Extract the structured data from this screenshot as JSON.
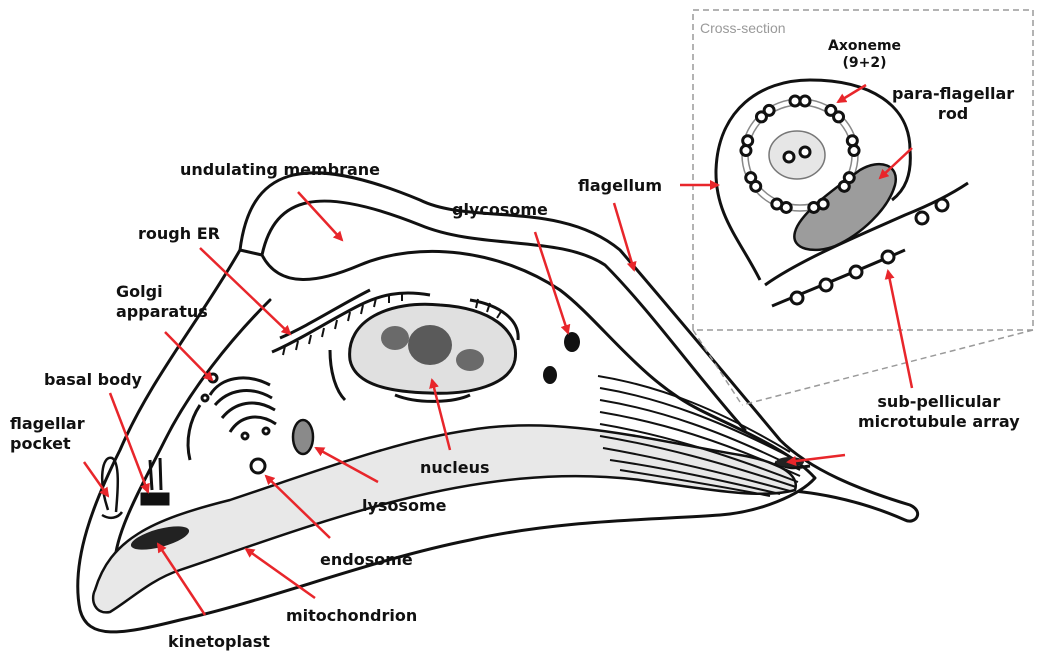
{
  "inset": {
    "title": "Cross-section",
    "axoneme_line1": "Axoneme",
    "axoneme_line2": "(9+2)",
    "pfr_line1": "para-flagellar",
    "pfr_line2": "rod"
  },
  "labels": {
    "undulating_membrane": "undulating membrane",
    "rough_er": "rough ER",
    "golgi_line1": "Golgi",
    "golgi_line2": "apparatus",
    "basal_body": "basal body",
    "flagellar_pocket_line1": "flagellar",
    "flagellar_pocket_line2": "pocket",
    "glycosome": "glycosome",
    "flagellum": "flagellum",
    "nucleus": "nucleus",
    "lysosome": "lysosome",
    "endosome": "endosome",
    "mitochondrion": "mitochondrion",
    "kinetoplast": "kinetoplast",
    "subpellicular_line1": "sub-pellicular",
    "subpellicular_line2": "microtubule array"
  },
  "colors": {
    "arrow": "#e8262b",
    "ink": "#111111",
    "fill_light": "#e8e8e8",
    "fill_mid": "#9c9c9c",
    "fill_dark": "#5a5a5a",
    "inset_border": "#9a9a9a"
  }
}
